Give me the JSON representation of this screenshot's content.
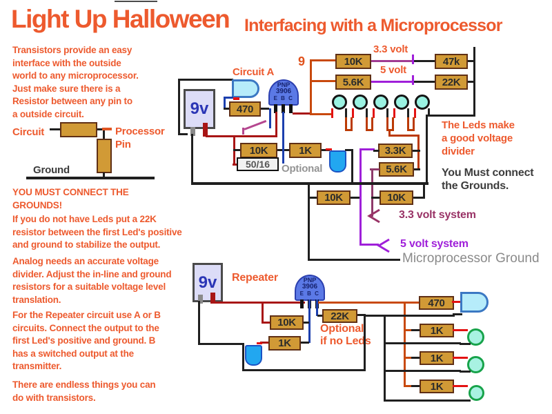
{
  "colors": {
    "accent_orange": "#ed5a2e",
    "wire_black": "#1f1f1f",
    "wire_dark_red": "#a81515",
    "wire_orange": "#c8490d",
    "wire_blue": "#1c3fae",
    "purple_5v": "#9f1fd9",
    "maroon_33v": "#993366",
    "resistor_body": "#d19a36",
    "transistor_blue": "#5b79e6",
    "led_aqua": "#9af2e2",
    "capacitor_blue": "#22a7f0"
  },
  "header": {
    "title": "Light Up Halloween",
    "subtitle": "Interfacing with a Microprocessor"
  },
  "sidebar": {
    "para1": "Transistors provide an easy\ninterface with the outside\nworld to any microprocessor.\nJust make sure there is a\nResistor between any pin to\na outside circuit.",
    "warn": "YOU MUST CONNECT THE\nGROUNDS!",
    "para2": "If you do not have Leds put a 22K\nresistor between the first Led's positive\nand ground to stabilize the output.",
    "para3": "Analog needs an accurate voltage\ndivider. Adjust the in-line and ground\nresistors for a suitable voltage level\ntranslation.",
    "para4": "For the Repeater circuit use A or B\ncircuits. Connect the output to the\nfirst Led's positive and ground. B\nhas a switched output at the\ntransmitter.",
    "para5": "There are endless things you can\ndo with transistors."
  },
  "mini": {
    "circuit": "Circuit",
    "processor_pin": "Processor\nPin",
    "ground": "Ground"
  },
  "circuit_a": {
    "label": "Circuit A",
    "battery": "9v",
    "rail": "9",
    "r470": "470",
    "r10k": "10K",
    "r1k": "1K",
    "cap": "50/16",
    "optional": "Optional",
    "transistor": {
      "type": "PNP",
      "model": "3906",
      "pins": "E B C"
    }
  },
  "top": {
    "r10k": "10K",
    "v33": "3.3 volt",
    "r47k": "47k",
    "r56k": "5.6K",
    "v5": "5 volt",
    "r22k": "22K"
  },
  "mid": {
    "r33k": "3.3K",
    "r56k": "5.6K",
    "r10k_left": "10K",
    "r10k_right": "10K"
  },
  "notes": {
    "leds": "The Leds make\na good voltage\ndivider",
    "grounds": "You Must connect\nthe Grounds.",
    "sys33": "3.3 volt system",
    "sys5": "5 volt system",
    "mcu_ground": "Microprocessor Ground"
  },
  "repeater": {
    "label": "Repeater",
    "battery": "9v",
    "r10k": "10K",
    "r1k": "1K",
    "r22k": "22K",
    "optional": "Optional\nif no Leds",
    "transistor": {
      "type": "PNP",
      "model": "3906",
      "pins": "E B C"
    }
  },
  "array": {
    "r470": "470",
    "r1k_1": "1K",
    "r1k_2": "1K",
    "r1k_3": "1K"
  }
}
